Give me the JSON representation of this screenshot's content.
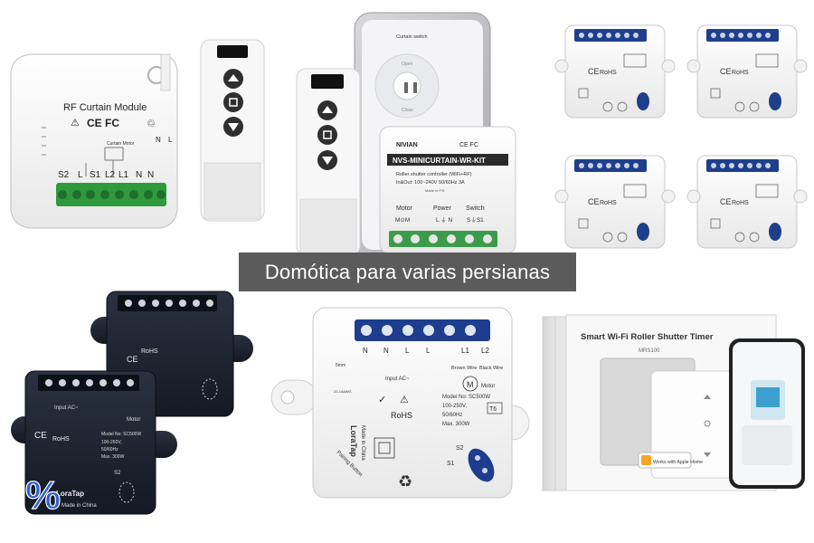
{
  "caption": "Domótica para varias persianas",
  "rf_module": {
    "title": "RF Curtain Module",
    "certs": "CE FC",
    "motor_label": "Curtain Motor",
    "terminals": [
      "S2",
      "L",
      "S1",
      "L2",
      "L1",
      "N",
      "N"
    ],
    "top_terminals": [
      "N",
      "L"
    ]
  },
  "phone": {
    "header": "Curtain switch",
    "open": "Open",
    "close": "Close"
  },
  "nivian": {
    "brand": "NIVIAN",
    "certs": "CE FC",
    "model": "NVS-MINICURTAIN-WR-KIT",
    "desc1": "Roller shutter controller (WiFi+RF)",
    "desc2": "In&Out: 100~240V 50/60Hz 3A",
    "made": "Made in P.R.",
    "col_motor": "Motor",
    "col_power": "Power",
    "col_switch": "Switch",
    "val_motor": "M⊙M",
    "val_power": "L ⏚ N",
    "val_switch": "S⏚S1"
  },
  "loratap": {
    "brand": "LoraTap",
    "made": "Made in China",
    "model": "Model No: SC500W",
    "rating1": "100-250V,",
    "rating2": "50/60Hz",
    "rating3": "Max. 300W",
    "temp": "T6",
    "input": "Input AC~",
    "brown": "Brown Wire",
    "black": "Black Wire",
    "motor": "Motor",
    "pairing": "Pairing Button",
    "wire_len": "5mm",
    "awg": "22-14AWG",
    "rohs": "RoHS",
    "s1": "S1",
    "s2": "S2",
    "terminals": [
      "N",
      "N",
      "L",
      "L",
      "L1",
      "L2"
    ]
  },
  "meross": {
    "box_title": "Smart Wi-Fi Roller Shutter Timer",
    "box_model": "MRS100",
    "apple_home": "Works with Apple Home"
  },
  "percent_badge": "%"
}
